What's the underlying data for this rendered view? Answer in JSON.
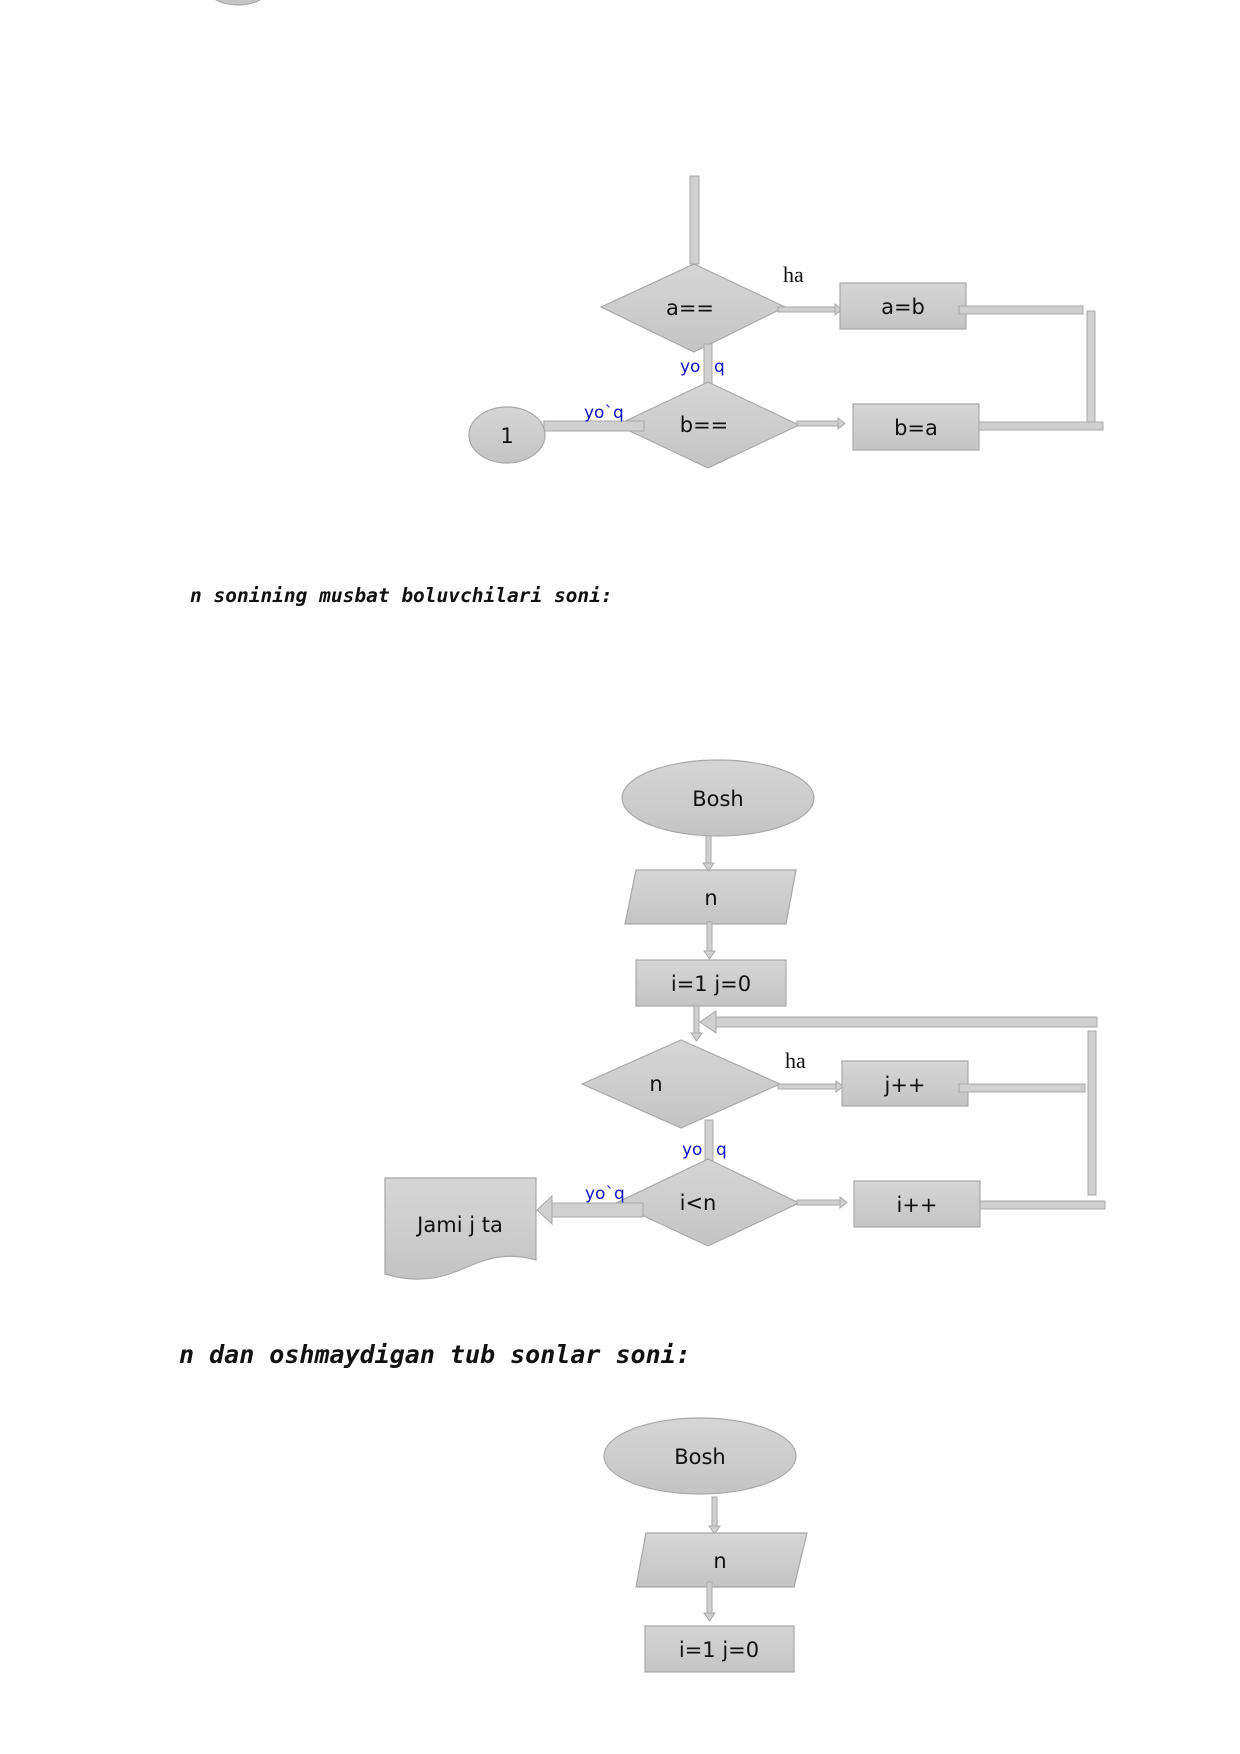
{
  "top_fragment": {
    "decision_1": "a==",
    "yes_label": "ha",
    "process_yes": "a=b",
    "no_label_down": "yo q",
    "decision_2": "b==",
    "process_2": "b=a",
    "no_label_left": "yo`q",
    "connector": "1"
  },
  "section_divisors": {
    "heading": "n sonining musbat boluvchilari soni:",
    "start": "Bosh",
    "input": "n",
    "init": "i=1  j=0",
    "decision_1": "n",
    "yes_label": "ha",
    "process_yes": "j++",
    "no_label_down": "yo q",
    "decision_2": "i<n",
    "process_2": "i++",
    "no_label_left": "yo`q",
    "output": "Jami j ta"
  },
  "section_primes": {
    "heading": "n dan oshmaydigan tub sonlar soni:",
    "start": "Bosh",
    "input": "n",
    "init": "i=1  j=0"
  },
  "colors": {
    "shape_fill_top": "#d6d6d6",
    "shape_fill_bottom": "#c4c4c4",
    "shape_stroke": "#a8a8a8",
    "branch_label": "#1010c8"
  }
}
